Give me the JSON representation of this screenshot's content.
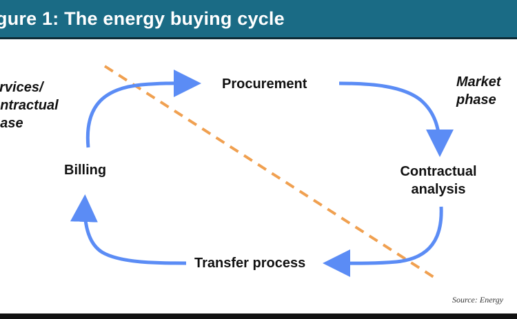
{
  "figure": {
    "title": "gure 1: The energy buying cycle",
    "nodes": {
      "procurement": "Procurement",
      "contractual_analysis": [
        "Contractual",
        "analysis"
      ],
      "transfer_process": "Transfer process",
      "billing": "Billing"
    },
    "phases": {
      "left": [
        "ervices/",
        "ontractual",
        "hase"
      ],
      "right": [
        "Market",
        "phase"
      ]
    },
    "source": "Source: Energy"
  },
  "colors": {
    "header_bg": "#1a6b85",
    "arrow": "#5b8cf5",
    "divider": "#f0a050",
    "text": "#111111"
  }
}
